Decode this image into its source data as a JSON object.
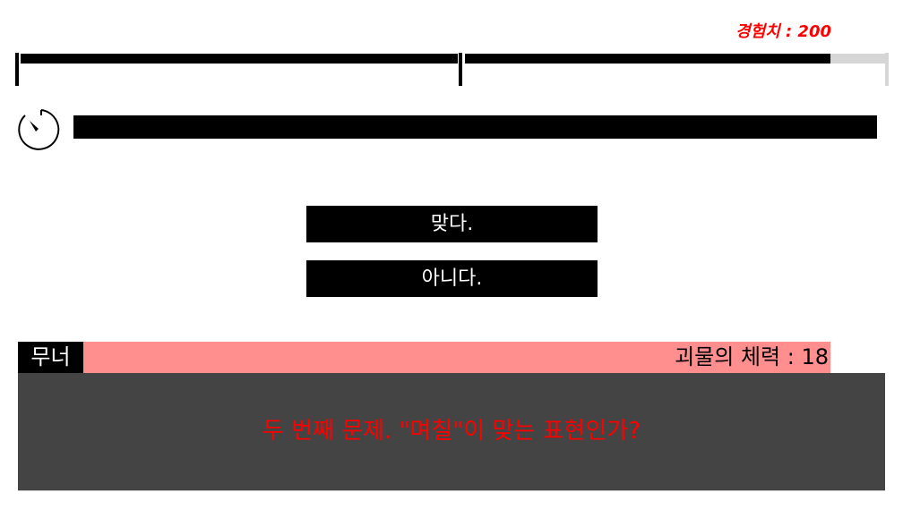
{
  "exp": {
    "label": "경험치 : 200"
  },
  "exp_segments": [
    {
      "fill": 1.0
    },
    {
      "fill": 0.87
    }
  ],
  "timer": {
    "fill": 1.0
  },
  "answers": [
    {
      "label": "맞다."
    },
    {
      "label": "아니다."
    }
  ],
  "status": {
    "player_name": "무너",
    "monster_hp": "괴물의 체력 : 18"
  },
  "dialog": {
    "question": "두 번째 문제. \"며칠\"이 맞는 표현인가?"
  },
  "colors": {
    "accent": "#ff0000",
    "hp_bar": "#ff8f8f",
    "dialog_bg": "#444444"
  }
}
